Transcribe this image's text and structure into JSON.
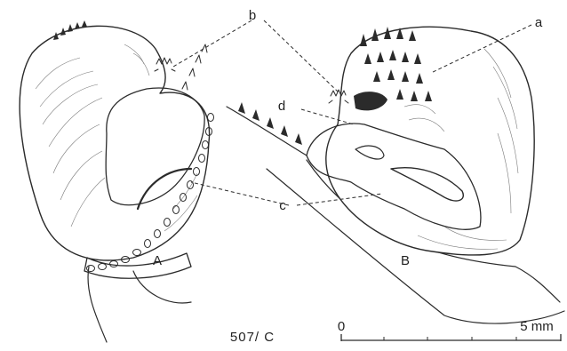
{
  "figure": {
    "view_labels": {
      "left": "A",
      "right": "B"
    },
    "callout_labels": {
      "a": "a",
      "b": "b",
      "c": "c",
      "d": "d"
    },
    "specimen_code": "507/ C",
    "scale_bar": {
      "start_label": "0",
      "end_label": "5 mm"
    }
  }
}
